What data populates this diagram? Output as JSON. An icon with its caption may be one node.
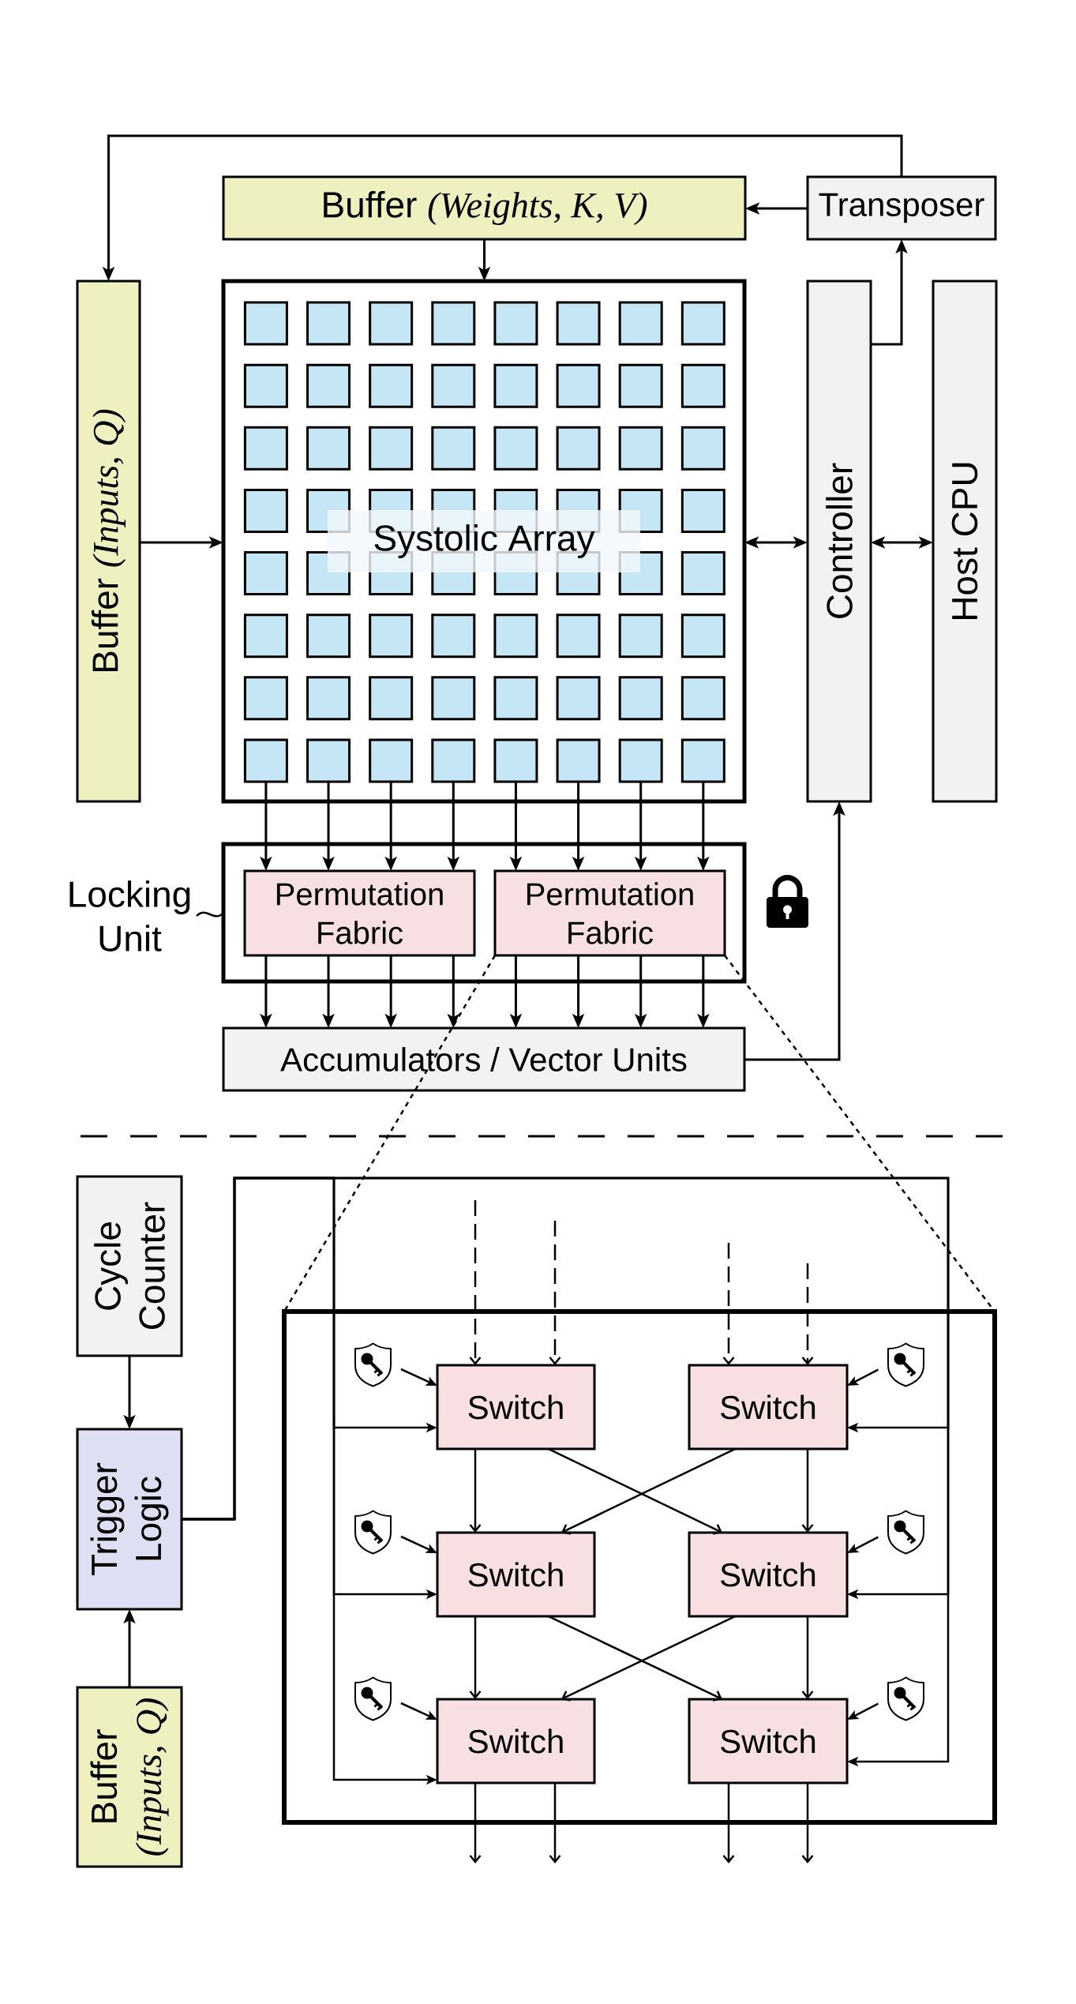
{
  "diagram": {
    "nodes": [
      {
        "text": [
          "Buffer *(Weights, K, V)*"
        ]
      },
      {
        "text": [
          "Transposer"
        ]
      },
      {
        "text": [
          "Buffer *(Inputs, Q)*"
        ]
      },
      {
        "text": [
          "Systolic Array"
        ]
      },
      {
        "text": [],
        "shape": "box",
        "in": 3
      },
      {
        "text": [],
        "shape": "box",
        "in": 3
      },
      {
        "text": [],
        "shape": "box",
        "in": 3
      },
      {
        "text": [],
        "shape": "box",
        "in": 3
      },
      {
        "text": [],
        "shape": "box",
        "in": 3
      },
      {
        "text": [],
        "shape": "box",
        "in": 3
      },
      {
        "text": [],
        "shape": "box",
        "in": 3
      },
      {
        "text": [],
        "shape": "box",
        "in": 3
      },
      {
        "text": [],
        "shape": "box",
        "in": 3
      },
      {
        "text": [],
        "shape": "box",
        "in": 3
      },
      {
        "text": [],
        "shape": "box",
        "in": 3
      },
      {
        "text": [],
        "shape": "box",
        "in": 3
      },
      {
        "text": [],
        "shape": "box",
        "in": 3
      },
      {
        "text": [],
        "shape": "box",
        "in": 3
      },
      {
        "text": [],
        "shape": "box",
        "in": 3
      },
      {
        "text": [],
        "shape": "box",
        "in": 3
      },
      {
        "text": [],
        "shape": "box",
        "in": 3
      },
      {
        "text": [],
        "shape": "box",
        "in": 3
      },
      {
        "text": [],
        "shape": "box",
        "in": 3
      },
      {
        "text": [],
        "shape": "box",
        "in": 3
      },
      {
        "text": [],
        "shape": "box",
        "in": 3
      },
      {
        "text": [],
        "shape": "box",
        "in": 3
      },
      {
        "text": [],
        "shape": "box",
        "in": 3
      },
      {
        "text": [],
        "shape": "box",
        "in": 3
      },
      {
        "text": [],
        "shape": "box",
        "in": 3
      },
      {
        "text": [],
        "shape": "box",
        "in": 3
      },
      {
        "text": [],
        "shape": "box",
        "in": 3
      },
      {
        "text": [],
        "shape": "box",
        "in": 3
      },
      {
        "text": [],
        "shape": "box",
        "in": 3
      },
      {
        "text": [],
        "shape": "box",
        "in": 3
      },
      {
        "text": [],
        "shape": "box",
        "in": 3
      },
      {
        "text": [],
        "shape": "box",
        "in": 3
      },
      {
        "text": [],
        "shape": "box",
        "in": 3
      },
      {
        "text": [],
        "shape": "box",
        "in": 3
      },
      {
        "text": [],
        "shape": "box",
        "in": 3
      },
      {
        "text": [],
        "shape": "box",
        "in": 3
      },
      {
        "text": [],
        "shape": "box",
        "in": 3
      },
      {
        "text": [],
        "shape": "box",
        "in": 3
      },
      {
        "text": [],
        "shape": "box",
        "in": 3
      },
      {
        "text": [],
        "shape": "box",
        "in": 3
      },
      {
        "text": [],
        "shape": "box",
        "in": 3
      },
      {
        "text": [],
        "shape": "box",
        "in": 3
      },
      {
        "text": [],
        "shape": "box",
        "in": 3
      },
      {
        "text": [],
        "shape": "box",
        "in": 3
      },
      {
        "text": [],
        "shape": "box",
        "in": 3
      },
      {
        "text": [],
        "shape": "box",
        "in": 3
      },
      {
        "text": [],
        "shape": "box",
        "in": 3
      },
      {
        "text": [],
        "shape": "box",
        "in": 3
      },
      {
        "text": [],
        "shape": "box",
        "in": 3
      },
      {
        "text": [],
        "shape": "box",
        "in": 3
      },
      {
        "text": [],
        "shape": "box",
        "in": 3
      },
      {
        "text": [],
        "shape": "box",
        "in": 3
      },
      {
        "text": [],
        "shape": "box",
        "in": 3
      },
      {
        "text": [],
        "shape": "box",
        "in": 3
      },
      {
        "text": [],
        "shape": "box",
        "in": 3
      },
      {
        "text": [],
        "shape": "box",
        "in": 3
      },
      {
        "text": [],
        "shape": "box",
        "in": 3
      },
      {
        "text": [],
        "shape": "box",
        "in": 3
      },
      {
        "text": [],
        "shape": "box",
        "in": 3
      },
      {
        "text": [],
        "shape": "box",
        "in": 3
      },
      {
        "text": [],
        "shape": "box",
        "in": 3
      },
      {
        "text": [],
        "shape": "box",
        "in": 3
      },
      {
        "text": [],
        "shape": "box",
        "in": 3
      },
      {
        "text": [],
        "shape": "box",
        "in": 3
      },
      {
        "text": [
          "Controller"
        ]
      },
      {
        "text": [
          "Host CPU"
        ]
      },
      {
        "text": [
          "Locking Unit"
        ]
      },
      {
        "text": [],
        "shape": "box"
      },
      {
        "text": [
          "Permutation Fabric"
        ],
        "in": 71
      },
      {
        "text": [
          "Permutation Fabric"
        ],
        "in": 71
      },
      {
        "text": [
          "Accumulators / Vector Units"
        ]
      },
      {
        "text": [
          "Cycle Counter"
        ]
      },
      {
        "text": [
          "Trigger Logic"
        ]
      },
      {
        "text": [
          "Buffer *(Inputs, Q)*"
        ]
      },
      {
        "text": [],
        "shape": "box"
      },
      {
        "text": [],
        "shape": "shield",
        "in": 78
      },
      {
        "text": [
          "Switch"
        ],
        "in": 78
      },
      {
        "text": [
          "Switch"
        ],
        "in": 78
      },
      {
        "text": [],
        "shape": "shield",
        "in": 78
      },
      {
        "text": [],
        "shape": "shield",
        "in": 78
      },
      {
        "text": [
          "Switch"
        ],
        "in": 78
      },
      {
        "text": [
          "Switch"
        ],
        "in": 78
      },
      {
        "text": [],
        "shape": "shield",
        "in": 78
      },
      {
        "text": [],
        "shape": "shield",
        "in": 78
      },
      {
        "text": [
          "Switch"
        ],
        "in": 78
      },
      {
        "text": [
          "Switch"
        ],
        "in": 78
      },
      {
        "text": [],
        "shape": "shield",
        "in": 78
      }
    ],
    "edges": [
      {
        "from": 1,
        "to": 0,
        "arrow": "to"
      },
      {
        "from": 1,
        "to": 2,
        "arrow": "to"
      },
      {
        "from": 0,
        "to": 3,
        "arrow": "to"
      },
      {
        "from": 2,
        "to": 3,
        "arrow": "to"
      },
      {
        "from": 3,
        "to": 68,
        "arrow": "both"
      },
      {
        "from": 68,
        "to": 69,
        "arrow": "both"
      },
      {
        "from": 68,
        "to": 1,
        "arrow": "to"
      },
      {
        "from": 60,
        "to": 72,
        "arrow": "to"
      },
      {
        "from": 61,
        "to": 72,
        "arrow": "to"
      },
      {
        "from": 62,
        "to": 72,
        "arrow": "to"
      },
      {
        "from": 63,
        "to": 72,
        "arrow": "to"
      },
      {
        "from": 64,
        "to": 73,
        "arrow": "to"
      },
      {
        "from": 65,
        "to": 73,
        "arrow": "to"
      },
      {
        "from": 66,
        "to": 73,
        "arrow": "to"
      },
      {
        "from": 67,
        "to": 73,
        "arrow": "to"
      },
      {
        "from": 72,
        "to": 74,
        "arrow": "to"
      },
      {
        "from": 72,
        "to": 74,
        "arrow": "to"
      },
      {
        "from": 72,
        "to": 74,
        "arrow": "to"
      },
      {
        "from": 72,
        "to": 74,
        "arrow": "to"
      },
      {
        "from": 73,
        "to": 74,
        "arrow": "to"
      },
      {
        "from": 73,
        "to": 74,
        "arrow": "to"
      },
      {
        "from": 73,
        "to": 74,
        "arrow": "to"
      },
      {
        "from": 73,
        "to": 74,
        "arrow": "to"
      },
      {
        "from": 74,
        "to": 68,
        "arrow": "to"
      },
      {
        "from": 70,
        "to": 71,
        "arrow": "none"
      },
      {
        "from": 75,
        "to": 76,
        "arrow": "to"
      },
      {
        "from": 77,
        "to": 76,
        "arrow": "to"
      },
      {
        "from": 76,
        "to": 80,
        "arrow": "to"
      },
      {
        "from": 76,
        "to": 84,
        "arrow": "to"
      },
      {
        "from": 76,
        "to": 88,
        "arrow": "to"
      },
      {
        "from": 76,
        "to": 81,
        "arrow": "to"
      },
      {
        "from": 76,
        "to": 85,
        "arrow": "to"
      },
      {
        "from": 76,
        "to": 89,
        "arrow": "to"
      },
      {
        "from": 79,
        "to": 80,
        "arrow": "to"
      },
      {
        "from": 82,
        "to": 81,
        "arrow": "to"
      },
      {
        "from": 83,
        "to": 84,
        "arrow": "to"
      },
      {
        "from": 86,
        "to": 85,
        "arrow": "to"
      },
      {
        "from": 87,
        "to": 88,
        "arrow": "to"
      },
      {
        "from": 90,
        "to": 89,
        "arrow": "to"
      },
      {
        "from": null,
        "to": 80,
        "arrow": "to",
        "style": "dashed"
      },
      {
        "from": null,
        "to": 80,
        "arrow": "to",
        "style": "dashed"
      },
      {
        "from": null,
        "to": 81,
        "arrow": "to",
        "style": "dashed"
      },
      {
        "from": null,
        "to": 81,
        "arrow": "to",
        "style": "dashed"
      },
      {
        "from": 80,
        "to": 84,
        "arrow": "to"
      },
      {
        "from": 80,
        "to": 85,
        "arrow": "to"
      },
      {
        "from": 81,
        "to": 84,
        "arrow": "to"
      },
      {
        "from": 81,
        "to": 85,
        "arrow": "to"
      },
      {
        "from": 84,
        "to": 88,
        "arrow": "to"
      },
      {
        "from": 84,
        "to": 89,
        "arrow": "to"
      },
      {
        "from": 85,
        "to": 88,
        "arrow": "to"
      },
      {
        "from": 85,
        "to": 89,
        "arrow": "to"
      },
      {
        "from": 88,
        "to": null,
        "arrow": "to"
      },
      {
        "from": 88,
        "to": null,
        "arrow": "to"
      },
      {
        "from": 89,
        "to": null,
        "arrow": "to"
      },
      {
        "from": 89,
        "to": null,
        "arrow": "to"
      }
    ]
  }
}
